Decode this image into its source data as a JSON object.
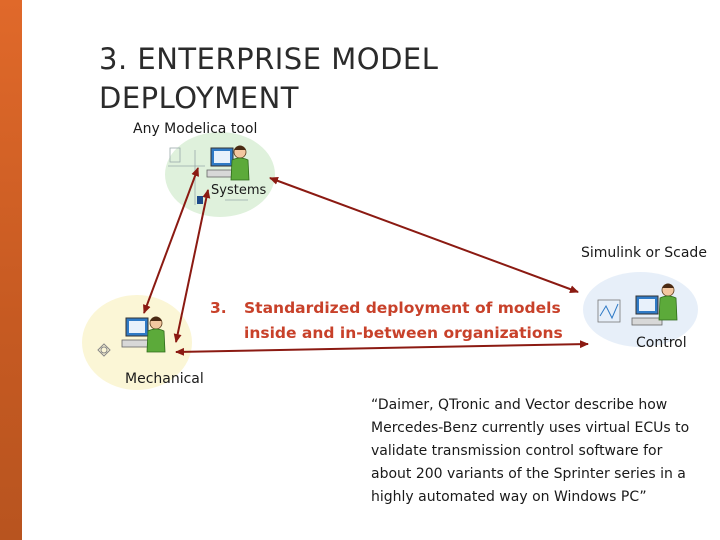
{
  "slide": {
    "title_lines": [
      "3. ENTERPRISE MODEL",
      "DEPLOYMENT"
    ]
  },
  "nodes": {
    "top": {
      "tool_label": "Any Modelica tool",
      "role_label": "Systems"
    },
    "right": {
      "tool_label": "Simulink or Scade",
      "role_label": "Control"
    },
    "left": {
      "role_label": "Mechanical"
    }
  },
  "center": {
    "number": "3.",
    "lines": [
      "Standardized deployment of models",
      "inside and in-between organizations"
    ]
  },
  "quote": {
    "lines": [
      "“Daimer, QTronic and Vector describe how",
      "Mercedes-Benz currently uses virtual ECUs to",
      "validate transmission control software for",
      "about 200 variants of the Sprinter series in a",
      "highly automated way on Windows PC”"
    ]
  },
  "colors": {
    "accent_bar": "#d2602a",
    "arrow": "#8b1a12",
    "center_text": "#c8412a",
    "bubble_top": "#dff1dc",
    "bubble_left": "#fbf6d6",
    "bubble_right": "#dde8f6"
  }
}
